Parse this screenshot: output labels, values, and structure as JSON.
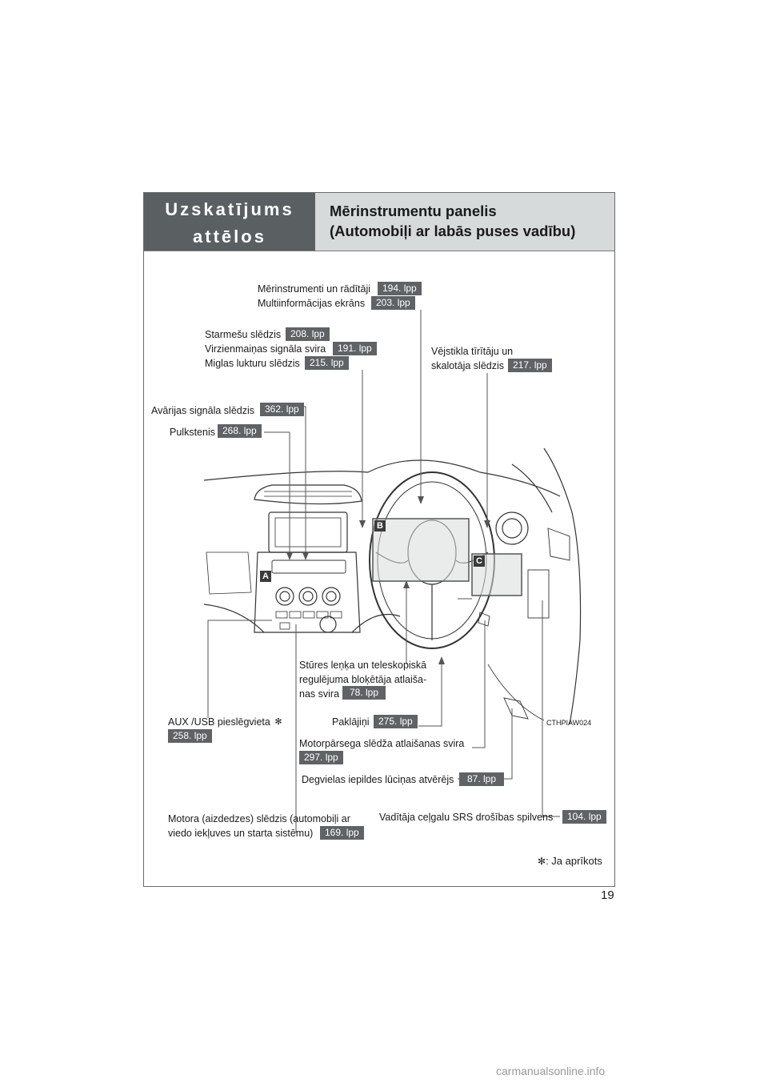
{
  "header": {
    "section_line1": "Uzskatījums",
    "section_line2": "attēlos",
    "title_line1": "Mērinstrumentu panelis",
    "title_line2": "(Automobiļi ar labās puses vadību)"
  },
  "callouts": {
    "meters": {
      "label": "Mērinstrumenti un rādītāji",
      "page": "194. lpp"
    },
    "multiinfo": {
      "label": "Multiinformācijas ekrāns",
      "page": "203. lpp"
    },
    "headlight": {
      "label": "Starmešu slēdzis",
      "page": "208. lpp"
    },
    "turn": {
      "label": "Virzienmaiņas signāla svira",
      "page": "191. lpp"
    },
    "fog": {
      "label": "Miglas lukturu slēdzis",
      "page": "215. lpp"
    },
    "wiper_line1": "Vējstikla tīrītāju un",
    "wiper": {
      "label": "skalotāja slēdzis",
      "page": "217. lpp"
    },
    "hazard": {
      "label": "Avārijas signāla slēdzis",
      "page": "362. lpp"
    },
    "clock": {
      "label": "Pulkstenis",
      "page": "268. lpp"
    },
    "tilt_line1": "Stūres leņķa  un teleskopiskā",
    "tilt_line2": "regulējuma bloķētāja atlaiša-",
    "tilt": {
      "label": "nas svira",
      "page": "78. lpp"
    },
    "aux": {
      "label": "AUX /USB pieslēgvieta",
      "star": "✻",
      "page": "258. lpp"
    },
    "paddle": {
      "label": "Paklājiņi",
      "page": "275. lpp"
    },
    "hood": {
      "label": "Motorpārsega slēdža atlaišanas svira",
      "page": "297. lpp"
    },
    "fuel": {
      "label": "Degvielas iepildes lūciņas atvērējs",
      "page": "87. lpp"
    },
    "engine_line1": "Motora (aizdedzes) slēdzis (automobiļi ar",
    "engine": {
      "label": "viedo iekļuves un starta sistēmu)",
      "page": "169. lpp"
    },
    "srs": {
      "label": "Vadītāja ceļgalu SRS drošības spilvens",
      "page": "104. lpp"
    }
  },
  "figure": {
    "code": "CTHPIAW024",
    "markers": [
      "A",
      "B",
      "C"
    ]
  },
  "footnote": {
    "star": "✻",
    "text": ": Ja aprīkots"
  },
  "page_number": "19",
  "watermark": "carmanualsonline.info"
}
